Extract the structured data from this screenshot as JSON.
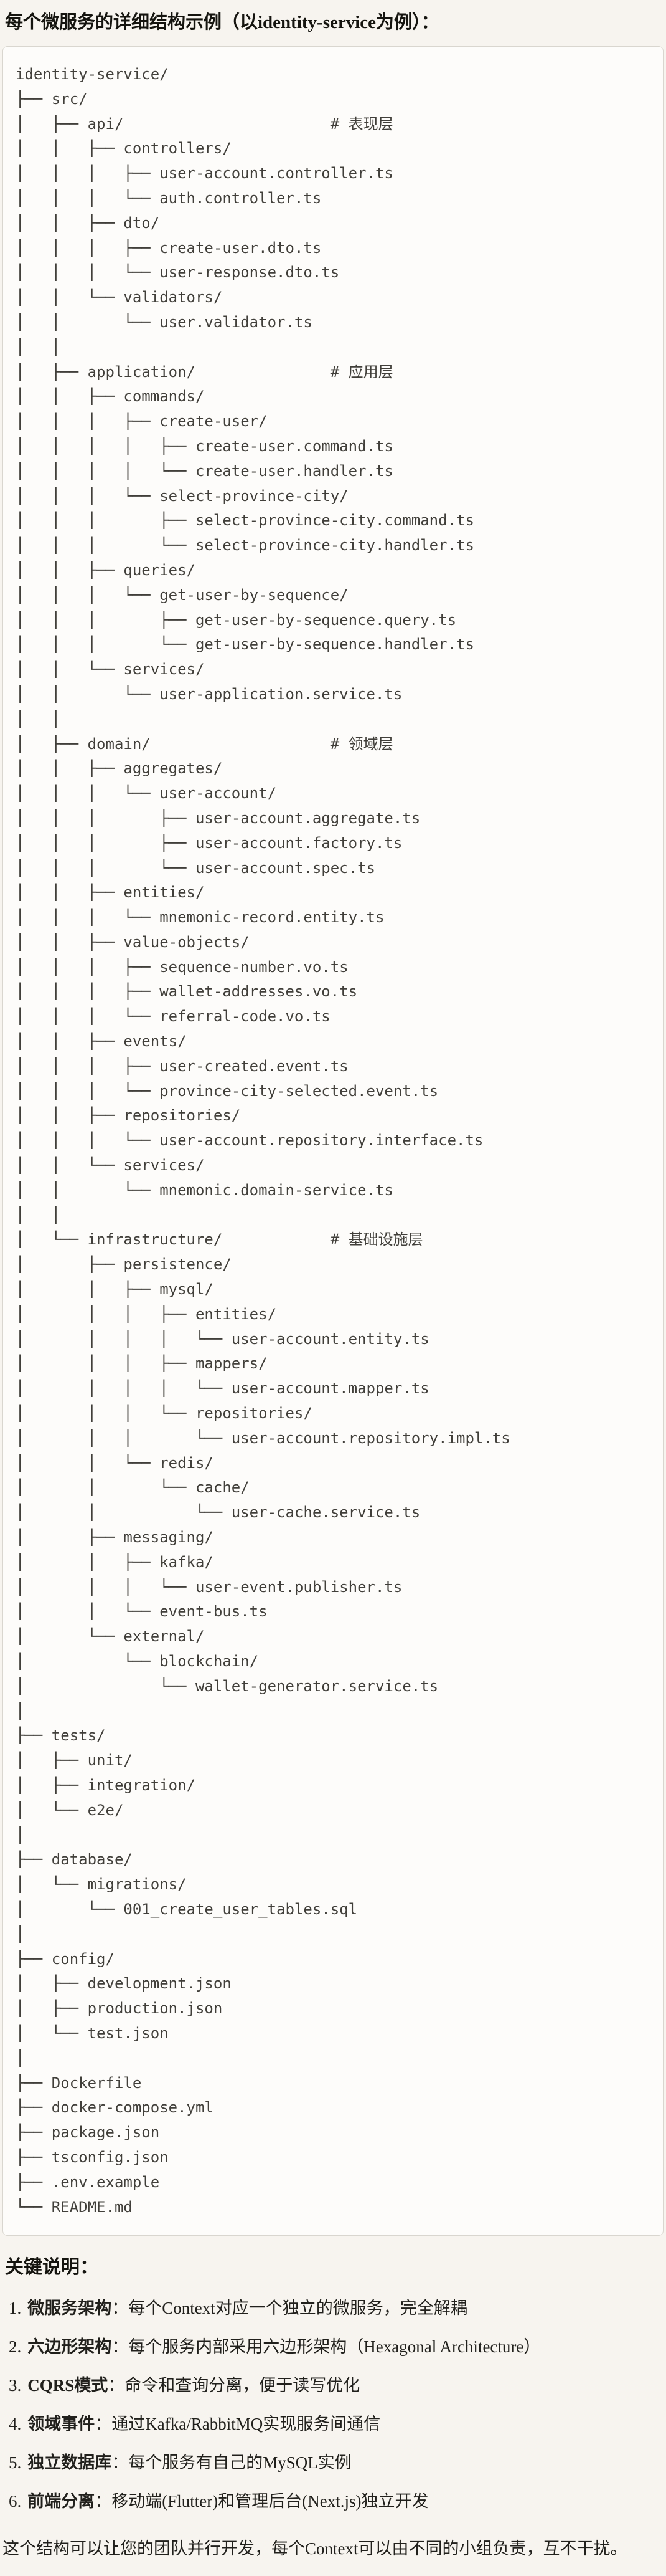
{
  "page": {
    "title": "每个微服务的详细结构示例（以identity-service为例）："
  },
  "code_block": {
    "lines": [
      "identity-service/",
      "├── src/",
      "│   ├── api/                       # 表现层",
      "│   │   ├── controllers/",
      "│   │   │   ├── user-account.controller.ts",
      "│   │   │   └── auth.controller.ts",
      "│   │   ├── dto/",
      "│   │   │   ├── create-user.dto.ts",
      "│   │   │   └── user-response.dto.ts",
      "│   │   └── validators/",
      "│   │       └── user.validator.ts",
      "│   │",
      "│   ├── application/               # 应用层",
      "│   │   ├── commands/",
      "│   │   │   ├── create-user/",
      "│   │   │   │   ├── create-user.command.ts",
      "│   │   │   │   └── create-user.handler.ts",
      "│   │   │   └── select-province-city/",
      "│   │   │       ├── select-province-city.command.ts",
      "│   │   │       └── select-province-city.handler.ts",
      "│   │   ├── queries/",
      "│   │   │   └── get-user-by-sequence/",
      "│   │   │       ├── get-user-by-sequence.query.ts",
      "│   │   │       └── get-user-by-sequence.handler.ts",
      "│   │   └── services/",
      "│   │       └── user-application.service.ts",
      "│   │",
      "│   ├── domain/                    # 领域层",
      "│   │   ├── aggregates/",
      "│   │   │   └── user-account/",
      "│   │   │       ├── user-account.aggregate.ts",
      "│   │   │       ├── user-account.factory.ts",
      "│   │   │       └── user-account.spec.ts",
      "│   │   ├── entities/",
      "│   │   │   └── mnemonic-record.entity.ts",
      "│   │   ├── value-objects/",
      "│   │   │   ├── sequence-number.vo.ts",
      "│   │   │   ├── wallet-addresses.vo.ts",
      "│   │   │   └── referral-code.vo.ts",
      "│   │   ├── events/",
      "│   │   │   ├── user-created.event.ts",
      "│   │   │   └── province-city-selected.event.ts",
      "│   │   ├── repositories/",
      "│   │   │   └── user-account.repository.interface.ts",
      "│   │   └── services/",
      "│   │       └── mnemonic.domain-service.ts",
      "│   │",
      "│   └── infrastructure/            # 基础设施层",
      "│       ├── persistence/",
      "│       │   ├── mysql/",
      "│       │   │   ├── entities/",
      "│       │   │   │   └── user-account.entity.ts",
      "│       │   │   ├── mappers/",
      "│       │   │   │   └── user-account.mapper.ts",
      "│       │   │   └── repositories/",
      "│       │   │       └── user-account.repository.impl.ts",
      "│       │   └── redis/",
      "│       │       └── cache/",
      "│       │           └── user-cache.service.ts",
      "│       ├── messaging/",
      "│       │   ├── kafka/",
      "│       │   │   └── user-event.publisher.ts",
      "│       │   └── event-bus.ts",
      "│       └── external/",
      "│           └── blockchain/",
      "│               └── wallet-generator.service.ts",
      "│",
      "├── tests/",
      "│   ├── unit/",
      "│   ├── integration/",
      "│   └── e2e/",
      "│",
      "├── database/",
      "│   └── migrations/",
      "│       └── 001_create_user_tables.sql",
      "│",
      "├── config/",
      "│   ├── development.json",
      "│   ├── production.json",
      "│   └── test.json",
      "│",
      "├── Dockerfile",
      "├── docker-compose.yml",
      "├── package.json",
      "├── tsconfig.json",
      "├── .env.example",
      "└── README.md"
    ]
  },
  "notes": {
    "heading": "关键说明：",
    "items": [
      {
        "num": "1.",
        "label": "微服务架构",
        "text": "：每个Context对应一个独立的微服务，完全解耦"
      },
      {
        "num": "2.",
        "label": "六边形架构",
        "text": "：每个服务内部采用六边形架构（Hexagonal Architecture）"
      },
      {
        "num": "3.",
        "label": "CQRS模式",
        "text": "：命令和查询分离，便于读写优化"
      },
      {
        "num": "4.",
        "label": "领域事件",
        "text": "：通过Kafka/RabbitMQ实现服务间通信"
      },
      {
        "num": "5.",
        "label": "独立数据库",
        "text": "：每个服务有自己的MySQL实例"
      },
      {
        "num": "6.",
        "label": "前端分离",
        "text": "：移动端(Flutter)和管理后台(Next.js)独立开发"
      }
    ],
    "footer": "这个结构可以让您的团队并行开发，每个Context可以由不同的小组负责，互不干扰。"
  }
}
